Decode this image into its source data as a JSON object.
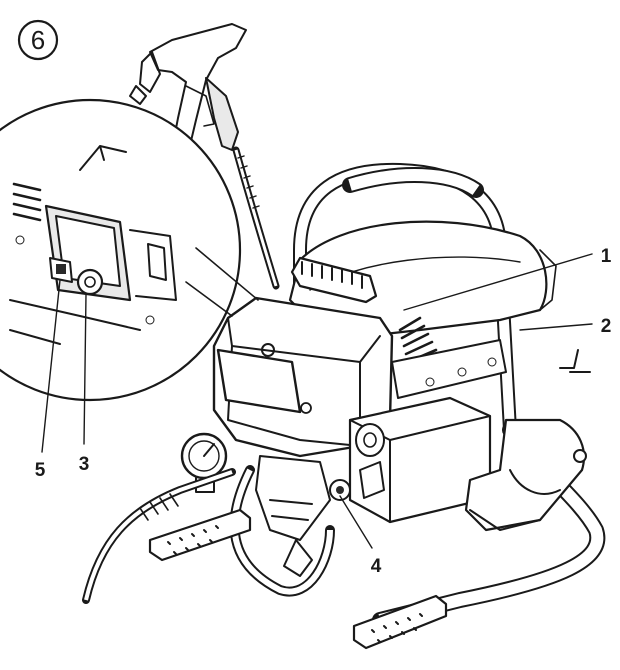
{
  "figure": {
    "number": "6"
  },
  "callouts": [
    {
      "id": "1",
      "label": "1"
    },
    {
      "id": "2",
      "label": "2"
    },
    {
      "id": "3",
      "label": "3"
    },
    {
      "id": "4",
      "label": "4"
    },
    {
      "id": "5",
      "label": "5"
    }
  ],
  "colors": {
    "ink": "#1a1a1a",
    "paper": "#ffffff",
    "shade": "#e9e9e9"
  }
}
